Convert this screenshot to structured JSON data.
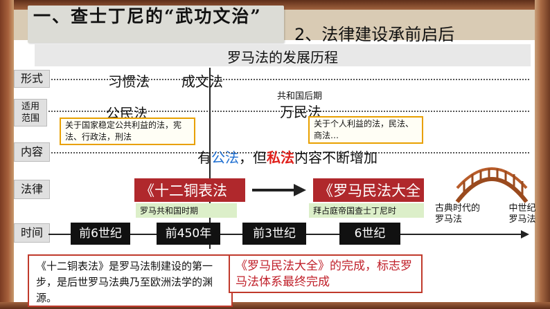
{
  "title": "一、查士丁尼的“武功文治”",
  "subtitle": "2、法律建设承前启后",
  "header": "罗马法的发展历程",
  "rows": {
    "form": "形式",
    "scope": "适用范围",
    "content": "内容",
    "law": "法律",
    "time": "时间"
  },
  "form_values": {
    "custom": "习惯法",
    "written": "成文法"
  },
  "scope_values": {
    "after": "共和国后期",
    "citizen": "公民法",
    "nations": "万民法"
  },
  "notes": {
    "public": "关于国家稳定公共利益的法，宪法、行政法，刑法",
    "private": "关于个人利益的法，民法、商法…"
  },
  "content_sentence": {
    "part1": "有",
    "public": "公法",
    "part2": "，但",
    "private": "私法",
    "part3": "内容不断增加"
  },
  "laws": {
    "twelve": "《十二铜表法",
    "twelve_sub": "罗马共和国时期",
    "corpus": "《罗马民法大全",
    "corpus_sub": "拜占庭帝国查士丁尼时"
  },
  "eras": {
    "classical": "古典时代的罗马法",
    "medieval": "中世纪罗马法"
  },
  "timeline": [
    "前6世纪",
    "前450年",
    "前3世纪",
    "6世纪"
  ],
  "bottom_left": "《十二铜表法》是罗马法制建设的第一步，是后世罗马法典乃至欧洲法学的渊源。",
  "bottom_right": "《罗马民法大全》的完成，标志罗马法体系最终完成",
  "colors": {
    "law_red": "#b0282c",
    "accent_blue": "#1f6fd1",
    "accent_red": "#e0201b",
    "note_border": "#e8a000"
  }
}
